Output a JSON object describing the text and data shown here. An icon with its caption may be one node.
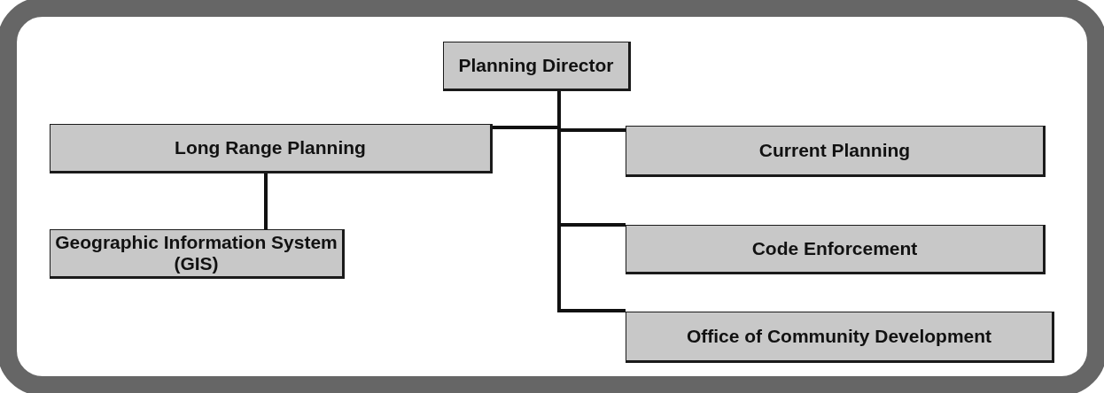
{
  "diagram": {
    "nodes": [
      {
        "text": [
          "Planning Director"
        ]
      },
      {
        "text": [
          "Long Range Planning"
        ]
      },
      {
        "text": [
          "Current Planning"
        ]
      },
      {
        "text": [
          "Geographic Information System (GIS)"
        ]
      },
      {
        "text": [
          "Code Enforcement"
        ]
      },
      {
        "text": [
          "Office of Community Development"
        ]
      }
    ],
    "edges": [
      {
        "from": 0,
        "to": 1,
        "arrow": "none"
      },
      {
        "from": 0,
        "to": 2,
        "arrow": "none"
      },
      {
        "from": 0,
        "to": 4,
        "arrow": "none"
      },
      {
        "from": 0,
        "to": 5,
        "arrow": "none"
      },
      {
        "from": 1,
        "to": 3,
        "arrow": "none"
      }
    ]
  }
}
